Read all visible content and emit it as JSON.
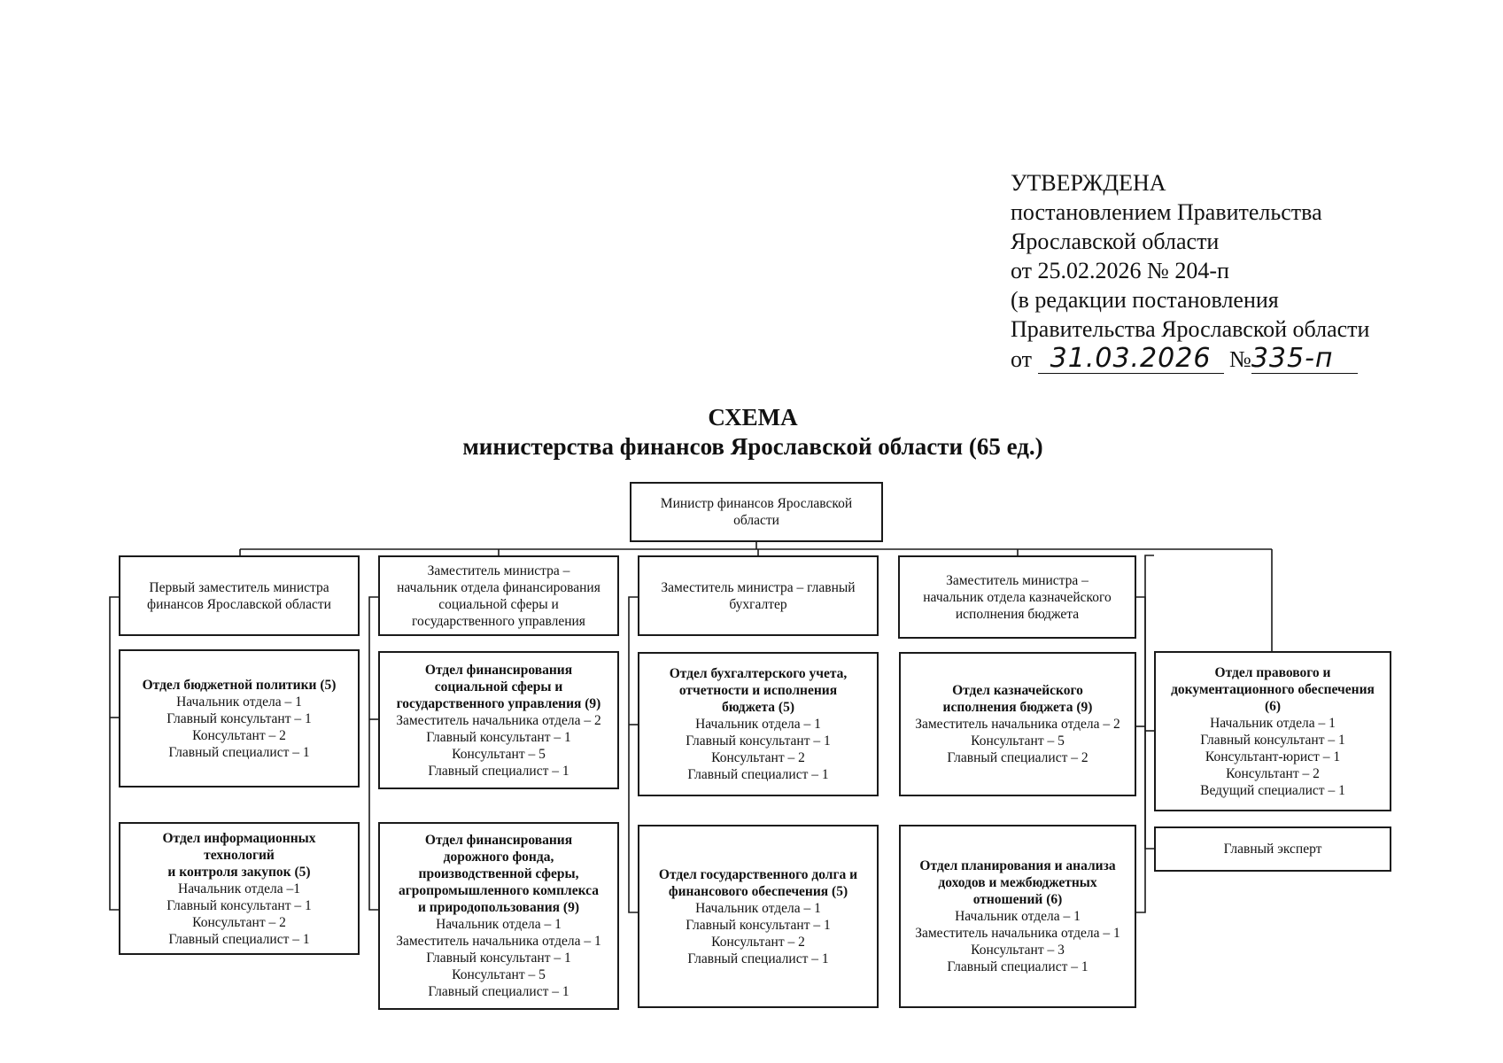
{
  "approval": {
    "line1": "УТВЕРЖДЕНА",
    "line2": "постановлением Правительства",
    "line3": "Ярославской области",
    "line4": "от 25.02.2026 № 204-п",
    "line5": "(в редакции постановления",
    "line6": "Правительства Ярославской области",
    "line7_prefix": "от",
    "line7_date": "31.03.2026",
    "line7_no": "№",
    "line7_number": "335-п"
  },
  "title": {
    "line1": "СХЕМА",
    "line2": "министерства финансов Ярославской области (65 ед.)"
  },
  "minister": {
    "line1": "Министр финансов Ярославской",
    "line2": "области"
  },
  "deputies": [
    {
      "lines": [
        "Первый заместитель министра",
        "финансов Ярославской области"
      ]
    },
    {
      "lines": [
        "Заместитель министра –",
        "начальник отдела финансирования",
        "социальной сферы и",
        "государственного управления"
      ]
    },
    {
      "lines": [
        "Заместитель министра – главный",
        "бухгалтер"
      ]
    },
    {
      "lines": [
        "Заместитель министра –",
        "начальник отдела казначейского",
        "исполнения бюджета"
      ]
    }
  ],
  "departments": [
    {
      "title": [
        "Отдел бюджетной политики (5)"
      ],
      "staff": [
        "Начальник отдела – 1",
        "Главный консультант – 1",
        "Консультант – 2",
        "Главный специалист – 1"
      ]
    },
    {
      "title": [
        "Отдел информационных",
        "технологий",
        "и контроля закупок (5)"
      ],
      "staff": [
        "Начальник отдела –1",
        "Главный консультант – 1",
        "Консультант – 2",
        "Главный специалист – 1"
      ]
    },
    {
      "title": [
        "Отдел финансирования",
        "социальной сферы и",
        "государственного управления (9)"
      ],
      "staff": [
        "Заместитель начальника отдела – 2",
        "Главный консультант – 1",
        "Консультант – 5",
        "Главный специалист – 1"
      ]
    },
    {
      "title": [
        "Отдел финансирования",
        "дорожного фонда,",
        "производственной сферы,",
        "агропромышленного комплекса",
        "и природопользования (9)"
      ],
      "staff": [
        "Начальник отдела – 1",
        "Заместитель начальника отдела – 1",
        "Главный консультант – 1",
        "Консультант – 5",
        "Главный специалист – 1"
      ]
    },
    {
      "title": [
        "Отдел бухгалтерского учета,",
        "отчетности и исполнения",
        "бюджета (5)"
      ],
      "staff": [
        "Начальник отдела – 1",
        "Главный консультант – 1",
        "Консультант – 2",
        "Главный специалист – 1"
      ]
    },
    {
      "title": [
        "Отдел государственного долга и",
        "финансового обеспечения (5)"
      ],
      "staff": [
        "Начальник отдела – 1",
        "Главный консультант – 1",
        "Консультант – 2",
        "Главный специалист – 1"
      ]
    },
    {
      "title": [
        "Отдел казначейского",
        "исполнения бюджета (9)"
      ],
      "staff": [
        "Заместитель начальника отдела – 2",
        "Консультант – 5",
        "Главный специалист – 2"
      ]
    },
    {
      "title": [
        "Отдел планирования и анализа",
        "доходов и межбюджетных",
        "отношений (6)"
      ],
      "staff": [
        "Начальник отдела – 1",
        "Заместитель начальника отдела – 1",
        "Консультант – 3",
        "Главный специалист – 1"
      ]
    },
    {
      "title": [
        "Отдел правового и",
        "документационного обеспечения",
        "(6)"
      ],
      "staff": [
        "Начальник отдела – 1",
        "Главный консультант – 1",
        "Консультант-юрист – 1",
        "Консультант – 2",
        "Ведущий специалист – 1"
      ]
    },
    {
      "title": [],
      "staff": [
        "Главный эксперт"
      ]
    }
  ]
}
